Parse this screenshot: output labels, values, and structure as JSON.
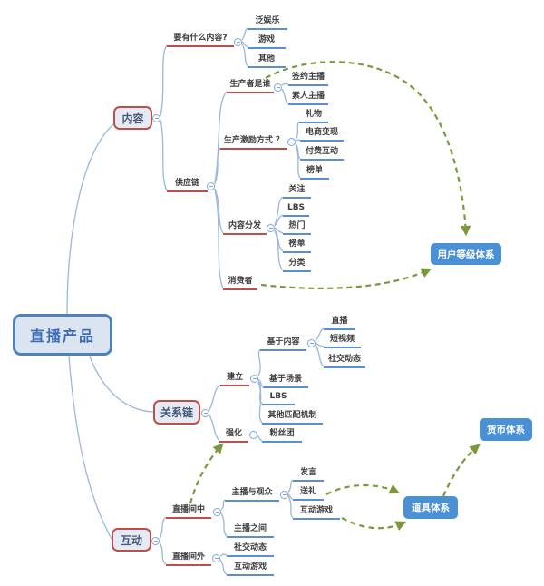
{
  "mindmap": {
    "root": {
      "label": "直播产品"
    },
    "branches": [
      {
        "label": "内容",
        "children": [
          {
            "label": "要有什么内容?",
            "children": [
              {
                "label": "泛娱乐"
              },
              {
                "label": "游戏"
              },
              {
                "label": "其他"
              }
            ]
          },
          {
            "label": "供应链",
            "children": [
              {
                "label": "生产者是谁",
                "children": [
                  {
                    "label": "签约主播"
                  },
                  {
                    "label": "素人主播"
                  }
                ]
              },
              {
                "label": "生产激励方式 ？",
                "children": [
                  {
                    "label": "礼物"
                  },
                  {
                    "label": "电商变现"
                  },
                  {
                    "label": "付费互动"
                  },
                  {
                    "label": "榜单"
                  }
                ]
              },
              {
                "label": "内容分发",
                "children": [
                  {
                    "label": "关注"
                  },
                  {
                    "label": "LBS"
                  },
                  {
                    "label": "热门"
                  },
                  {
                    "label": "榜单"
                  },
                  {
                    "label": "分类"
                  }
                ]
              },
              {
                "label": "消费者"
              }
            ]
          }
        ]
      },
      {
        "label": "关系链",
        "children": [
          {
            "label": "建立",
            "children": [
              {
                "label": "基于内容",
                "children": [
                  {
                    "label": "直播"
                  },
                  {
                    "label": "短视频"
                  },
                  {
                    "label": "社交动态"
                  }
                ]
              },
              {
                "label": "基于场景"
              },
              {
                "label": "LBS"
              },
              {
                "label": "其他匹配机制"
              }
            ]
          },
          {
            "label": "强化",
            "children": [
              {
                "label": "粉丝团"
              }
            ]
          }
        ]
      },
      {
        "label": "互动",
        "children": [
          {
            "label": "直播间中",
            "children": [
              {
                "label": "主播与观众",
                "children": [
                  {
                    "label": "发言"
                  },
                  {
                    "label": "送礼"
                  },
                  {
                    "label": "互动游戏"
                  }
                ]
              },
              {
                "label": "主播之间"
              }
            ]
          },
          {
            "label": "直播间外",
            "children": [
              {
                "label": "社交动态"
              },
              {
                "label": "互动游戏"
              }
            ]
          }
        ]
      }
    ],
    "floating_topics": [
      {
        "label": "用户等级体系"
      },
      {
        "label": "道具体系"
      },
      {
        "label": "货币体系"
      }
    ],
    "relationships": [
      {
        "from": "生产者是谁",
        "to": "用户等级体系"
      },
      {
        "from": "消费者",
        "to": "用户等级体系"
      },
      {
        "from": "直播间中",
        "to": "强化"
      },
      {
        "from": "送礼",
        "to": "道具体系"
      },
      {
        "from": "互动游戏",
        "to": "道具体系"
      },
      {
        "from": "道具体系",
        "to": "货币体系"
      }
    ]
  },
  "colors": {
    "branch_line": "#9ab7dc",
    "red_underline": "#bf4e4a",
    "blue_underline": "#5b8fd4",
    "relationship_green": "#79993b",
    "floating_fill": "#4a90d5",
    "root_border": "#4f81bd",
    "topic_fill": "#e4ebf5"
  }
}
